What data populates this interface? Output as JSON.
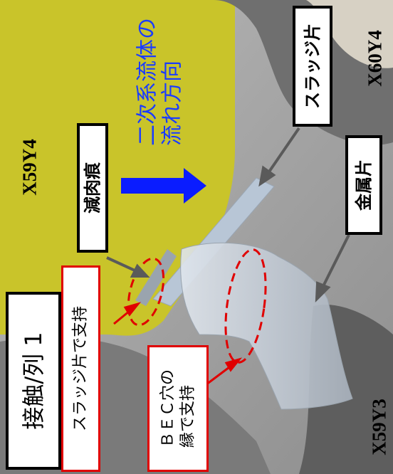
{
  "title": "接触/列 1",
  "coordinates": {
    "x59y4": "X59Y4",
    "x60y4": "X60Y4",
    "x59y3": "X59Y3"
  },
  "labels": {
    "flow_direction": "二次系流体の\n流れ方向",
    "slag_piece": "スラッジ片",
    "metal_piece": "金属片",
    "thinning_mark": "減肉痕"
  },
  "notes": {
    "supported_by_slag": "スラッジ片で支持",
    "supported_by_bec": "ＢＥＣ穴の\n縁で支持"
  },
  "colors": {
    "yellow_deposit": "#c9c42a",
    "flow_arrow": "#0a1cff",
    "highlight_red": "#e00000",
    "pointer_gray": "#5a5a5a"
  },
  "icons": {
    "flow_arrow": "right-arrow-icon"
  }
}
